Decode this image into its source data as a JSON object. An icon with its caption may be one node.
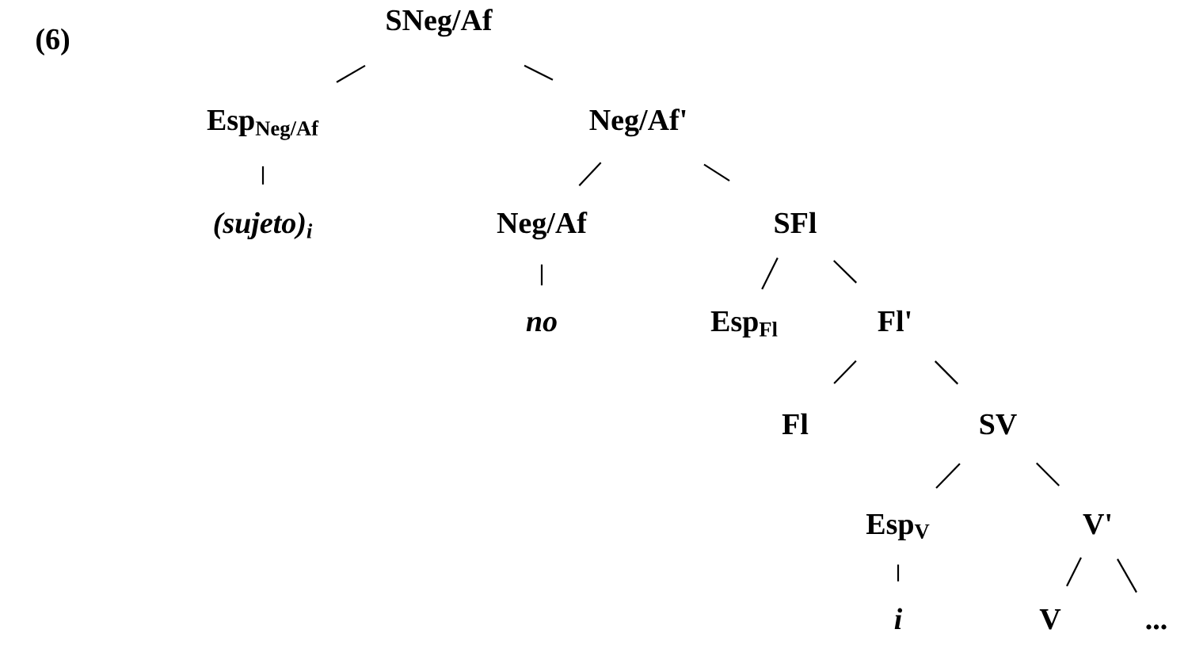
{
  "diagram": {
    "nodes": [
      {
        "text": [
          "SNeg/Af"
        ]
      },
      {
        "text": [
          "Esp$_{Neg/Af}$"
        ]
      },
      {
        "text": [
          "(sujeto)$_{i}$"
        ]
      },
      {
        "text": [
          "Neg/Af'"
        ]
      },
      {
        "text": [
          "Neg/Af"
        ]
      },
      {
        "text": [
          "no"
        ]
      },
      {
        "text": [
          "SFl"
        ]
      },
      {
        "text": [
          "Esp$_{Fl}$"
        ]
      },
      {
        "text": [
          "Fl'"
        ]
      },
      {
        "text": [
          "Fl"
        ]
      },
      {
        "text": [
          "SV"
        ]
      },
      {
        "text": [
          "Esp$_{V}$"
        ]
      },
      {
        "text": [
          "V'"
        ]
      },
      {
        "text": [
          "i"
        ]
      },
      {
        "text": [
          "V"
        ]
      },
      {
        "text": [
          "..."
        ]
      }
    ],
    "edges": [
      {
        "from": 0,
        "to": 1,
        "arrow": "none"
      },
      {
        "from": 0,
        "to": 3,
        "arrow": "none"
      },
      {
        "from": 1,
        "to": 2,
        "arrow": "none"
      },
      {
        "from": 3,
        "to": 4,
        "arrow": "none"
      },
      {
        "from": 3,
        "to": 6,
        "arrow": "none"
      },
      {
        "from": 4,
        "to": 5,
        "arrow": "none"
      },
      {
        "from": 6,
        "to": 7,
        "arrow": "none"
      },
      {
        "from": 6,
        "to": 8,
        "arrow": "none"
      },
      {
        "from": 8,
        "to": 9,
        "arrow": "none"
      },
      {
        "from": 8,
        "to": 10,
        "arrow": "none"
      },
      {
        "from": 10,
        "to": 11,
        "arrow": "none"
      },
      {
        "from": 10,
        "to": 12,
        "arrow": "none"
      },
      {
        "from": 11,
        "to": 13,
        "arrow": "none"
      },
      {
        "from": 12,
        "to": 14,
        "arrow": "none"
      },
      {
        "from": 12,
        "to": 15,
        "arrow": "none"
      }
    ],
    "labels": [
      "(6)"
    ]
  }
}
